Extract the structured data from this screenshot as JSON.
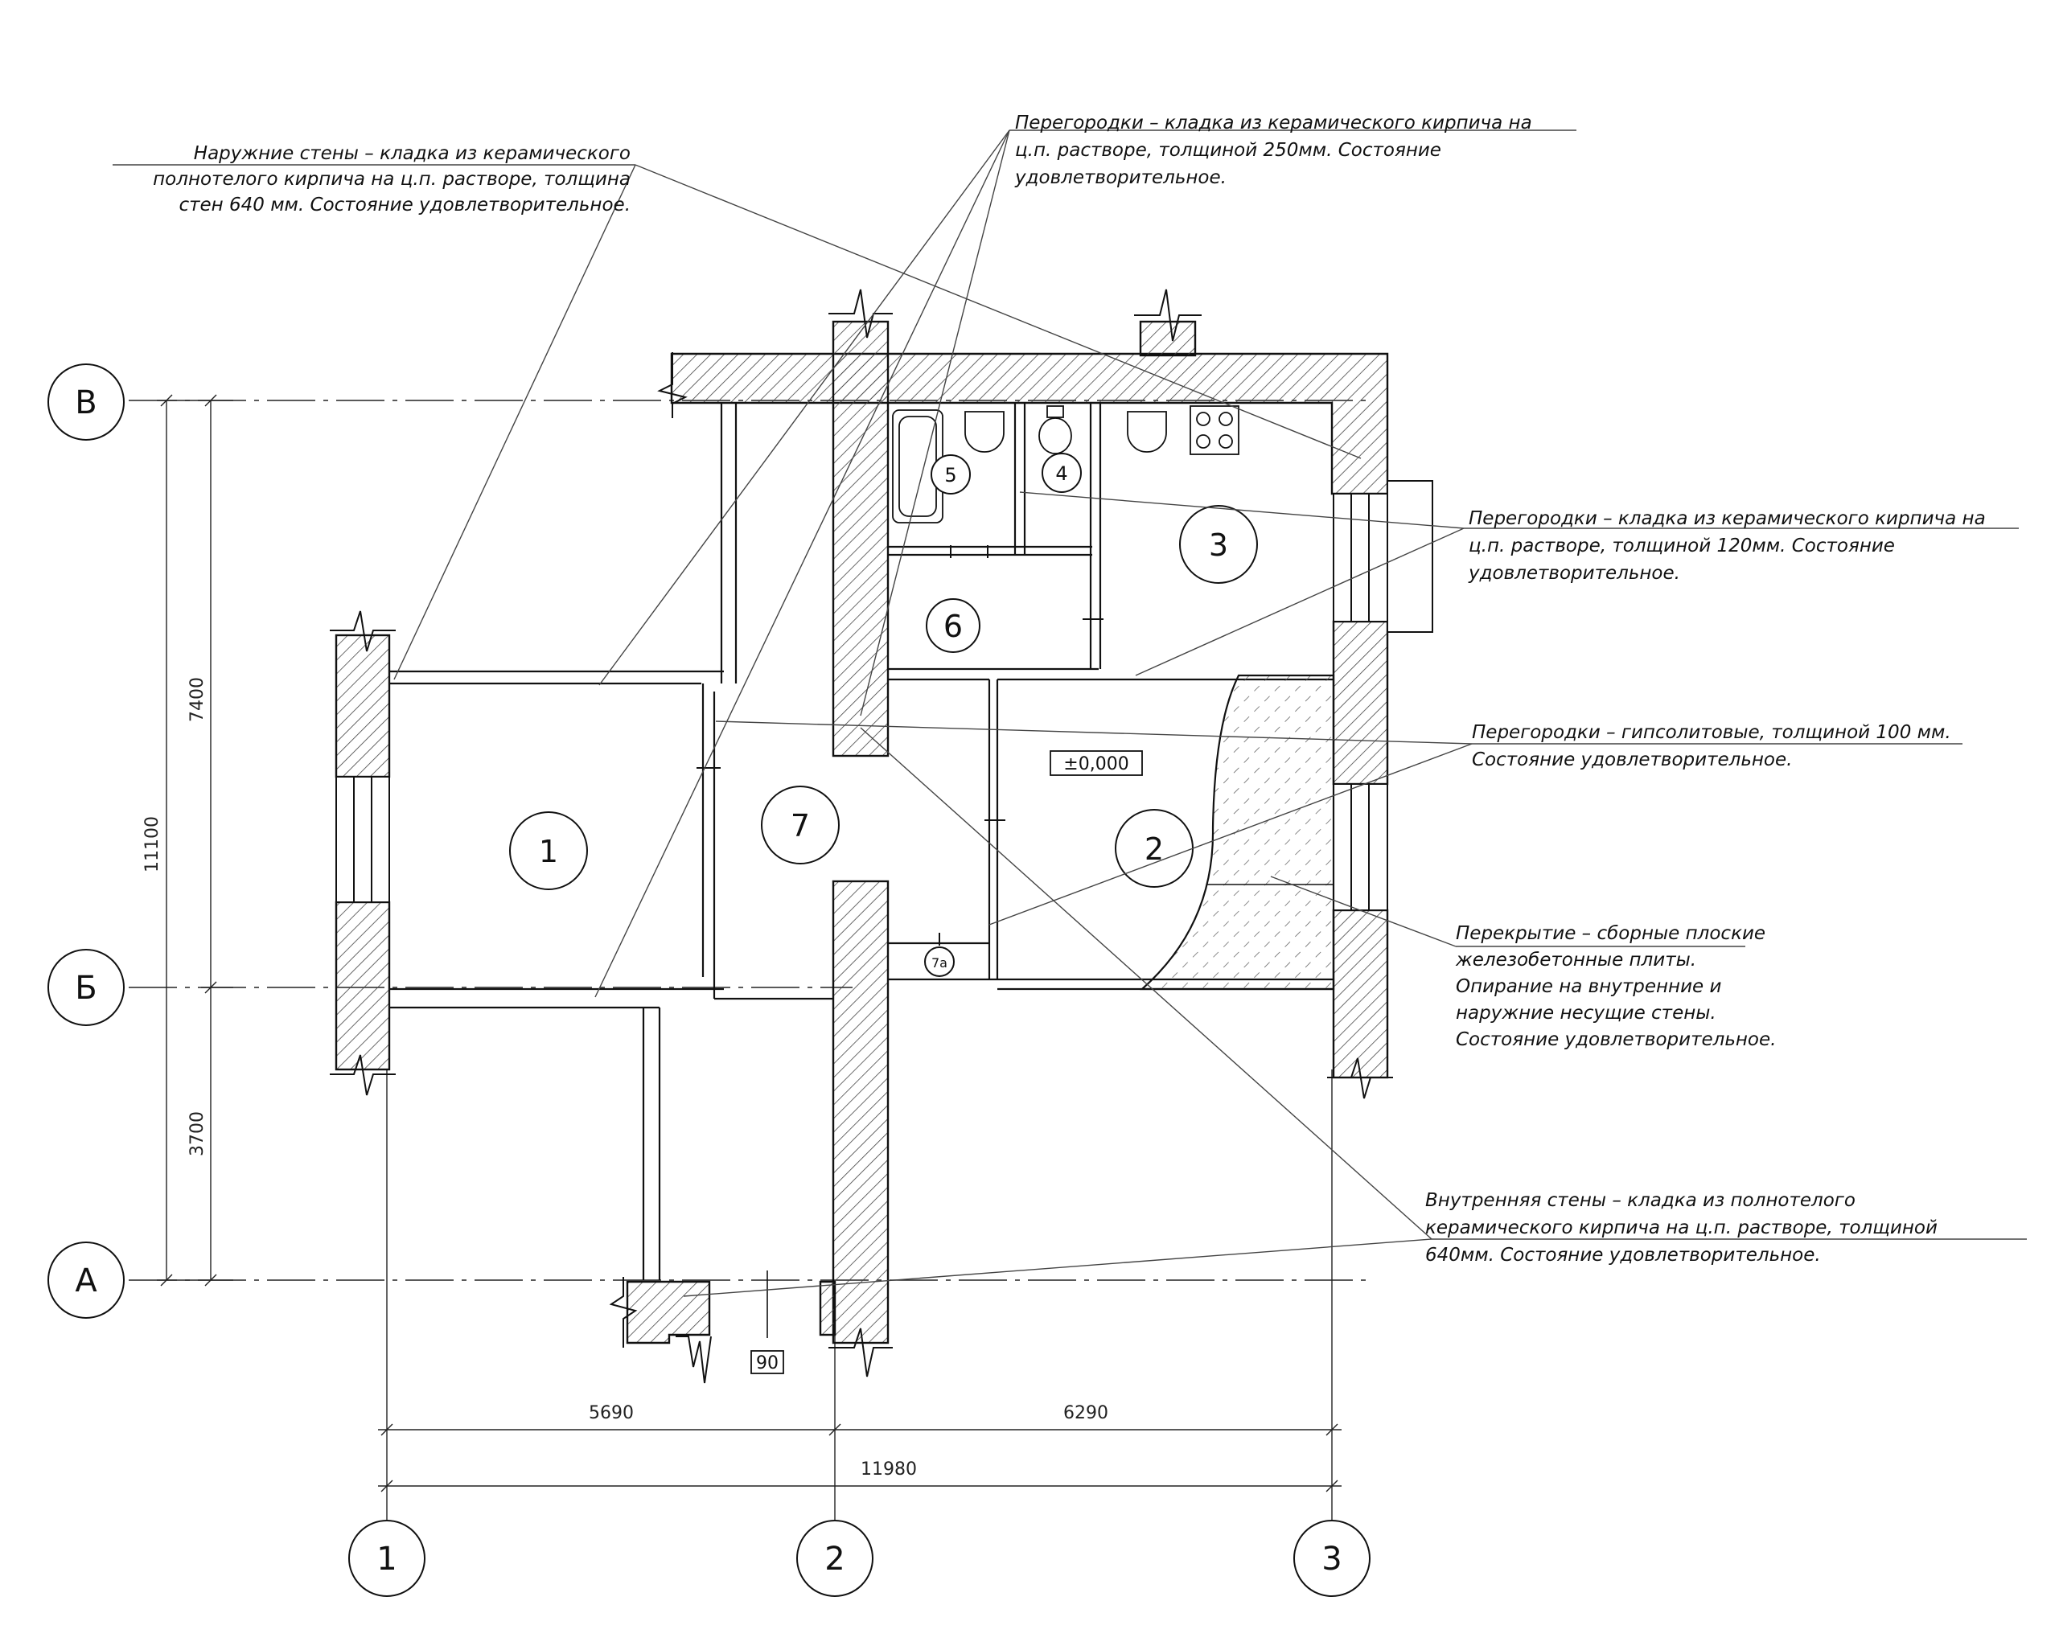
{
  "notes": {
    "outer_walls": [
      "Наружние стены – кладка из керамического",
      "полнотелого  кирпича на ц.п. растворе, толщина",
      "стен 640 мм. Состояние удовлетворительное."
    ],
    "partitions_250": [
      "Перегородки – кладка из керамического кирпича на",
      "ц.п. растворе, толщиной 250мм. Состояние",
      "удовлетворительное."
    ],
    "partitions_120": [
      "Перегородки – кладка из керамического кирпича на",
      "ц.п. растворе, толщиной 120мм. Состояние",
      "удовлетворительное."
    ],
    "partitions_gypsum": [
      "Перегородки – гипсолитовые, толщиной 100 мм.",
      "Состояние удовлетворительное."
    ],
    "slab": [
      "Перекрытие – сборные плоские",
      "железобетонные плиты.",
      "Опирание на внутренние и",
      "наружние несущие стены.",
      "Состояние удовлетворительное."
    ],
    "inner_walls": [
      "Внутренняя стены – кладка из полнотелого",
      "керамического кирпича на ц.п. растворе, толщиной",
      "640мм. Состояние удовлетворительное."
    ]
  },
  "axes": {
    "rows": [
      "В",
      "Б",
      "А"
    ],
    "cols": [
      "1",
      "2",
      "3"
    ]
  },
  "dims": {
    "h_left": "5690",
    "h_right": "6290",
    "h_total": "11980",
    "v_top": "7400",
    "v_bottom": "3700",
    "v_total": "11100",
    "small": "90"
  },
  "rooms": [
    "1",
    "2",
    "3",
    "4",
    "5",
    "6",
    "7",
    "7а"
  ],
  "level": "±0,000",
  "colors": {
    "line": "#111111",
    "hatch": "#444444"
  }
}
